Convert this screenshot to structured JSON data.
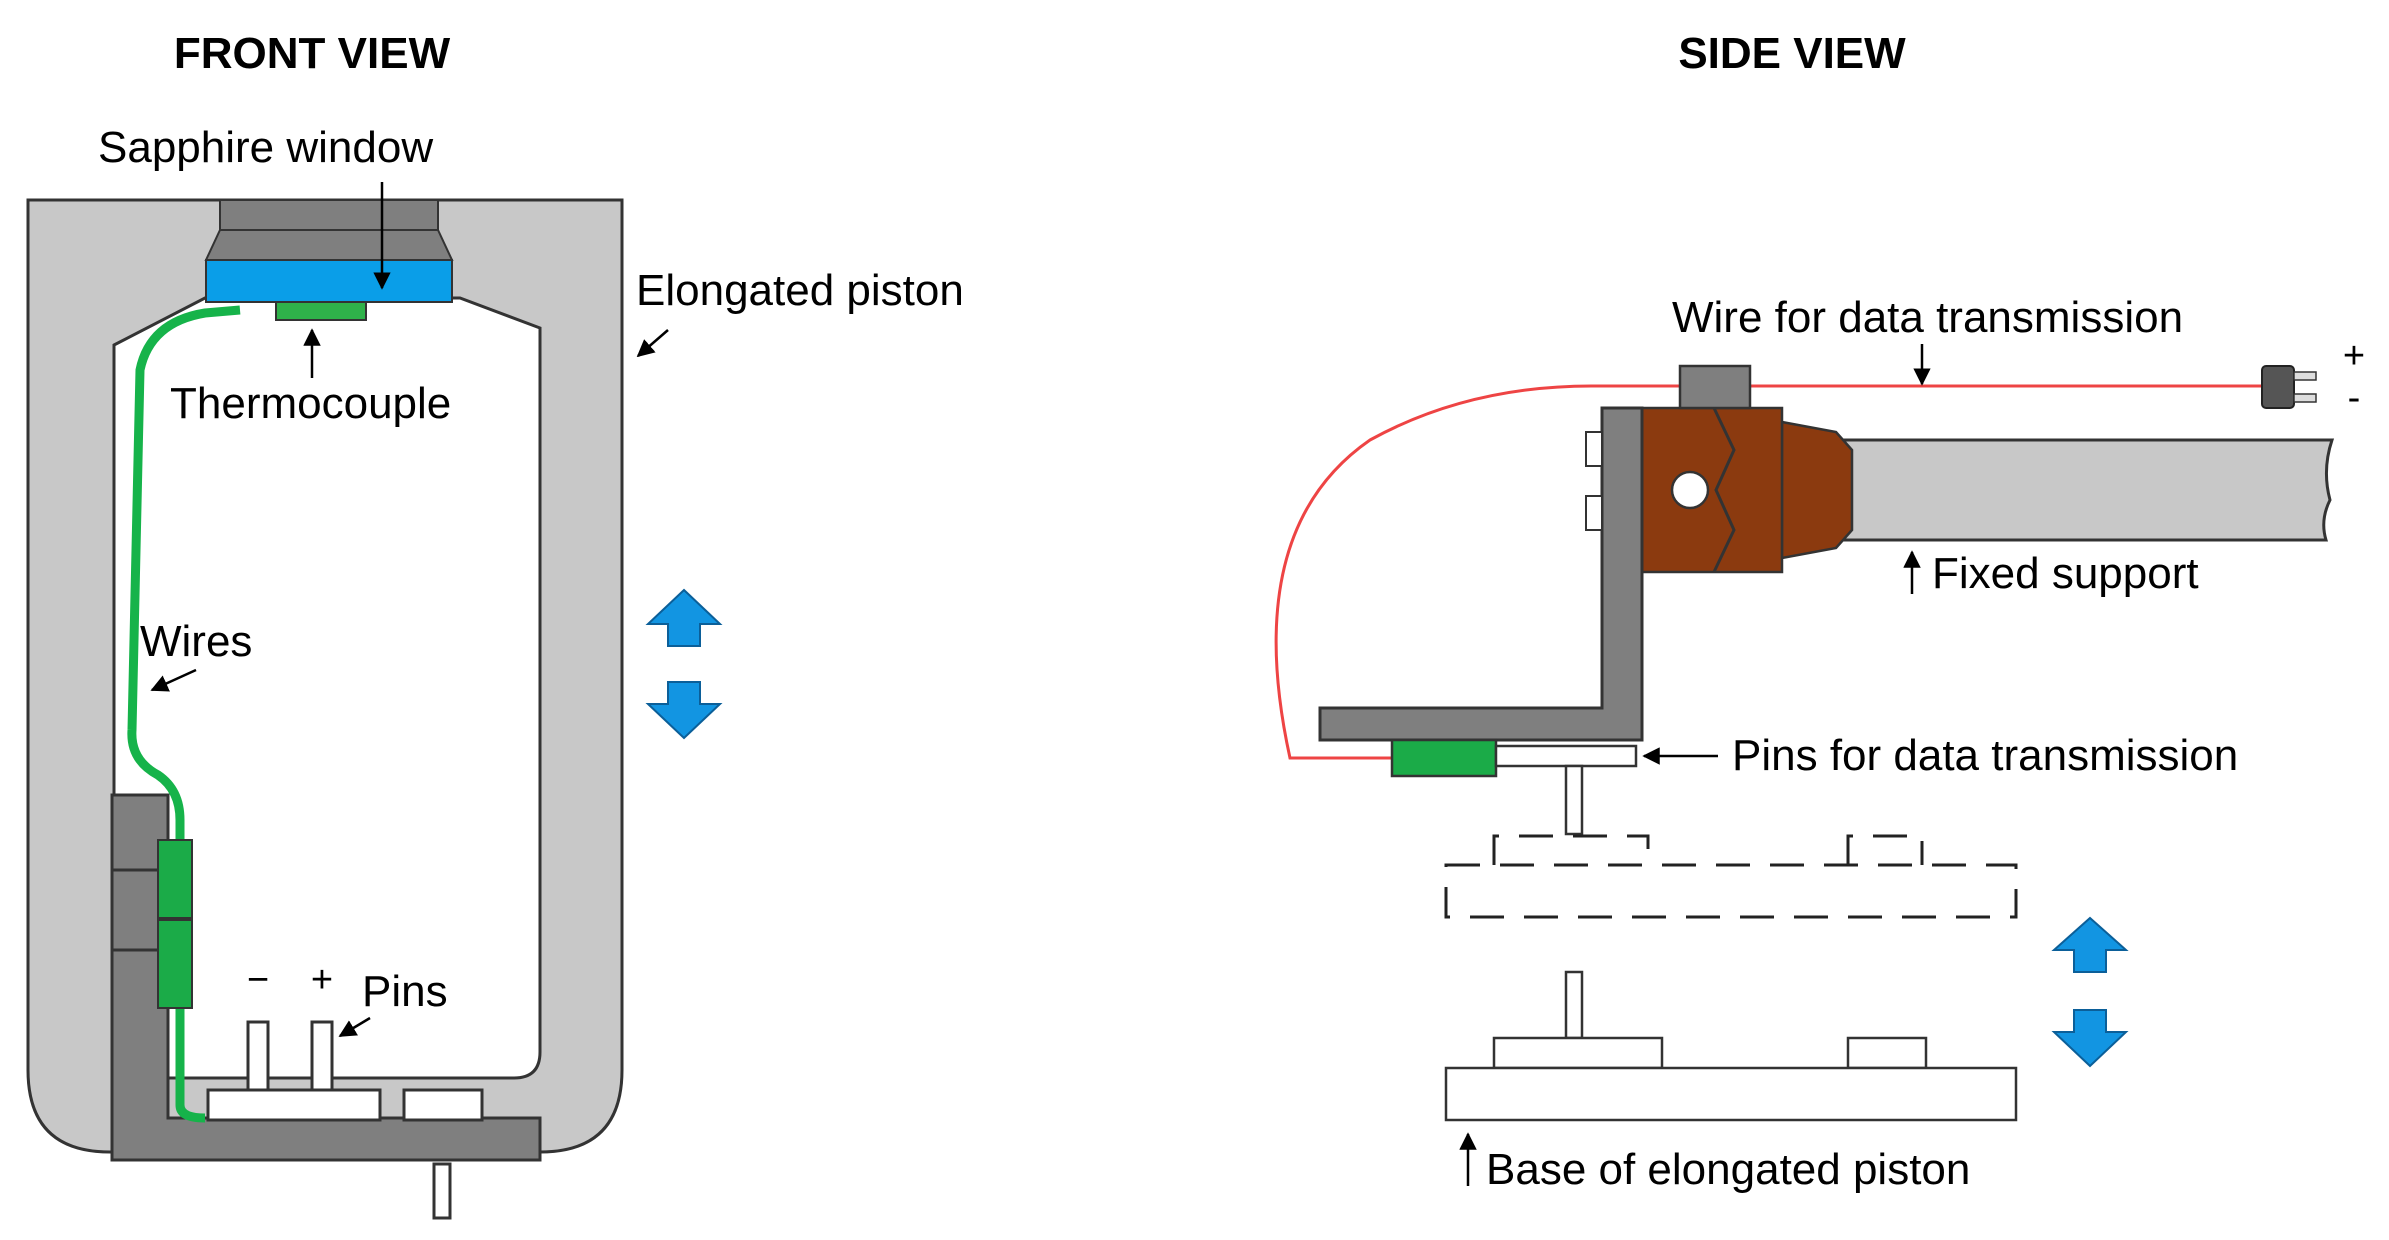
{
  "front_view": {
    "title": "FRONT VIEW",
    "labels": {
      "sapphire_window": "Sapphire window",
      "elongated_piston": "Elongated piston",
      "thermocouple": "Thermocouple",
      "wires": "Wires",
      "pins": "Pins",
      "minus": "−",
      "plus": "+"
    }
  },
  "side_view": {
    "title": "SIDE VIEW",
    "labels": {
      "wire_data": "Wire for data transmission",
      "fixed_support": "Fixed support",
      "pins_data": "Pins for data transmission",
      "base": "Base of elongated piston",
      "plus": "+",
      "minus": "-"
    }
  },
  "colors": {
    "piston_grey": "#c8c8c8",
    "dark_grey": "#7f7f7f",
    "sapphire_blue": "#0a9ee8",
    "wire_green": "#16b34a",
    "board_green": "#1bab48",
    "thermo_green": "#2fb24a",
    "copper": "#8b3a0f",
    "wire_red": "#ee4444",
    "arrow_blue": "#1295e2"
  }
}
